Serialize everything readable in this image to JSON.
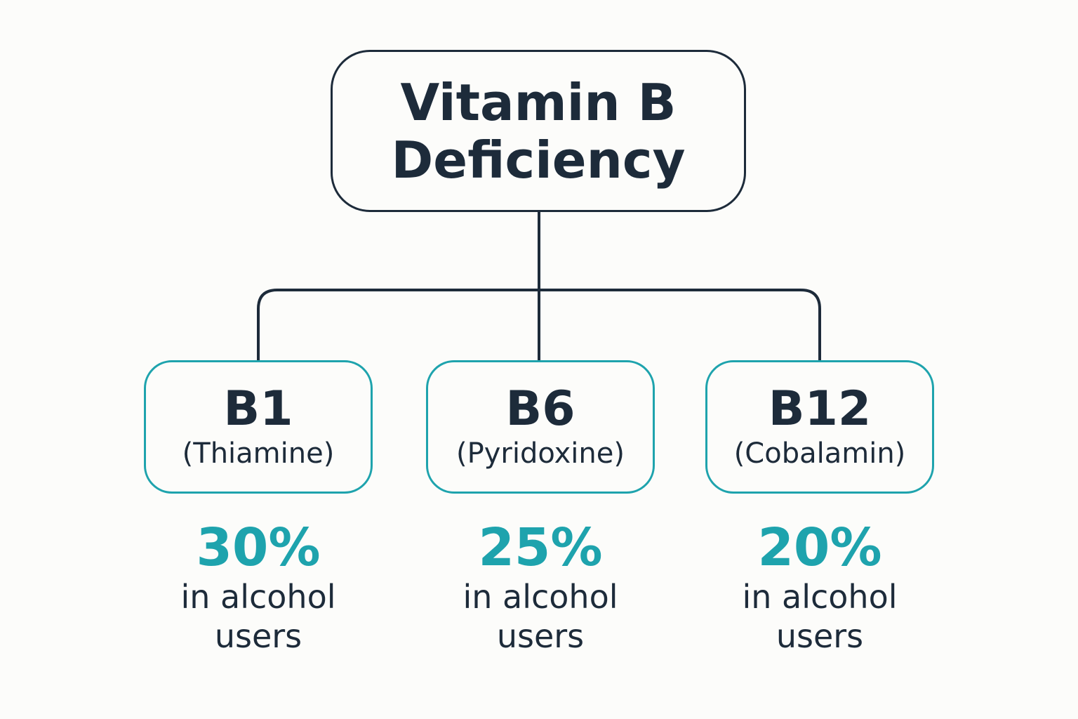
{
  "colors": {
    "background": "#fcfcfa",
    "dark": "#1d2b3a",
    "accent": "#1ea3ad"
  },
  "root": {
    "line1": "Vitamin B",
    "line2": "Deficiency"
  },
  "children": [
    {
      "code": "B1",
      "name": "(Thiamine)",
      "percent": "30%",
      "description": "in alcohol users"
    },
    {
      "code": "B6",
      "name": "(Pyridoxine)",
      "percent": "25%",
      "description": "in alcohol users"
    },
    {
      "code": "B12",
      "name": "(Cobalamin)",
      "percent": "20%",
      "description": "in alcohol users"
    }
  ]
}
